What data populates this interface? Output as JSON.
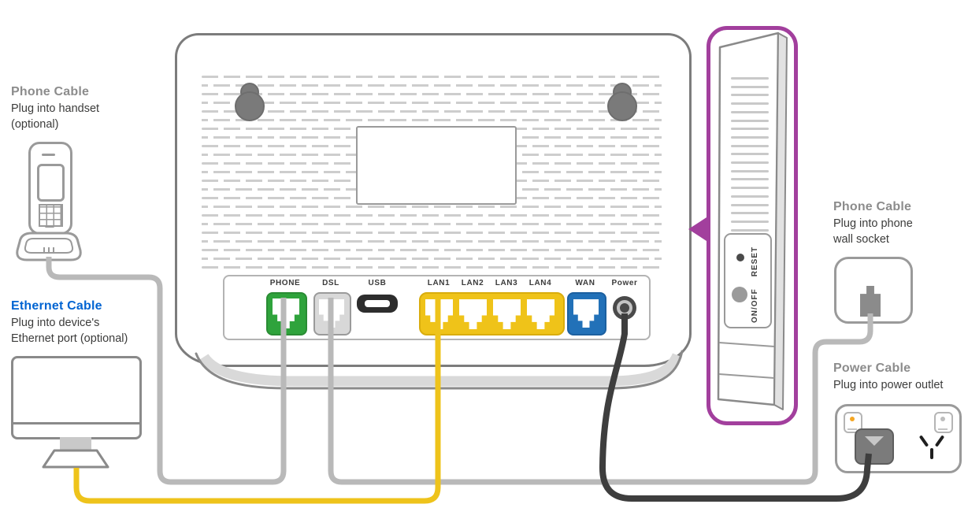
{
  "callouts": {
    "handset": {
      "title": "Phone Cable",
      "lines": [
        "Plug into handset",
        "(optional)"
      ]
    },
    "ethernet": {
      "title": "Ethernet Cable",
      "lines": [
        "Plug into device's",
        "Ethernet port (optional)"
      ]
    },
    "wall_socket": {
      "title": "Phone Cable",
      "lines": [
        "Plug into phone",
        "wall socket"
      ]
    },
    "power_outlet": {
      "title": "Power Cable",
      "lines": [
        "Plug into power outlet"
      ]
    }
  },
  "router_ports": [
    {
      "id": "phone",
      "label": "PHONE",
      "color": "#2fa33c"
    },
    {
      "id": "dsl",
      "label": "DSL",
      "color": "#d9d9d9"
    },
    {
      "id": "usb",
      "label": "USB",
      "color": "#2d2d2d"
    },
    {
      "id": "lan1",
      "label": "LAN1",
      "color": "#efc319"
    },
    {
      "id": "lan2",
      "label": "LAN2",
      "color": "#efc319"
    },
    {
      "id": "lan3",
      "label": "LAN3",
      "color": "#efc319"
    },
    {
      "id": "lan4",
      "label": "LAN4",
      "color": "#efc319"
    },
    {
      "id": "wan",
      "label": "WAN",
      "color": "#2271b8"
    },
    {
      "id": "power",
      "label": "Power",
      "color": "#474747"
    }
  ],
  "side_view": {
    "power_switch_label": "ON/OFF",
    "reset_label": "RESET"
  },
  "colors": {
    "ethernet_cable_yellow": "#eec31b",
    "phone_cable_gray": "#b9b9b9",
    "power_cable_black": "#3e3e3e",
    "highlight_purple": "#a23f9d",
    "ethernet_text_blue": "#0064d2",
    "heading_gray": "#8c8c8c",
    "body_text": "#3c3c3b",
    "phone_port_green": "#2fa33c",
    "wan_port_blue": "#2271b8",
    "lan_port_yellow": "#efc319"
  }
}
